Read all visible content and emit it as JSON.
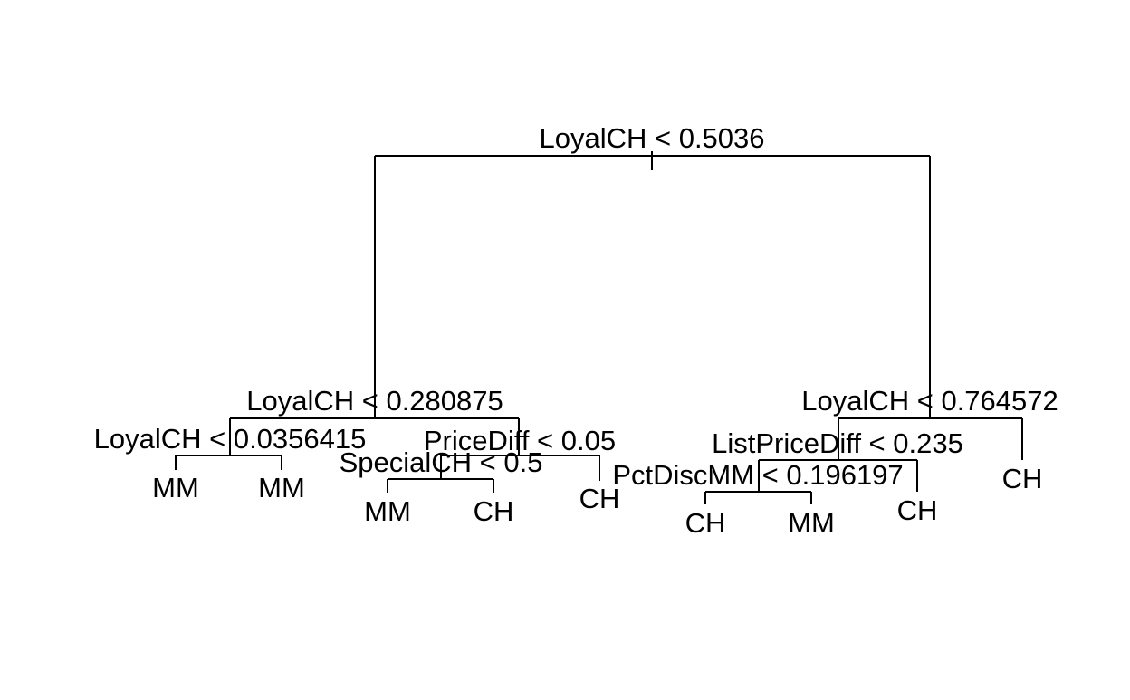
{
  "tree": {
    "splits": {
      "root": "LoyalCH < 0.5036",
      "left": "LoyalCH < 0.280875",
      "right": "LoyalCH < 0.764572",
      "left_left": "LoyalCH < 0.0356415",
      "left_right": "PriceDiff < 0.05",
      "left_right_left": "SpecialCH < 0.5",
      "right_left": "ListPriceDiff < 0.235",
      "right_left_left": "PctDiscMM < 0.196197"
    },
    "leaves": {
      "l1": "MM",
      "l2": "MM",
      "l3": "MM",
      "l4": "CH",
      "l5": "CH",
      "l6": "CH",
      "l7": "MM",
      "l8": "CH",
      "l9": "CH"
    }
  }
}
